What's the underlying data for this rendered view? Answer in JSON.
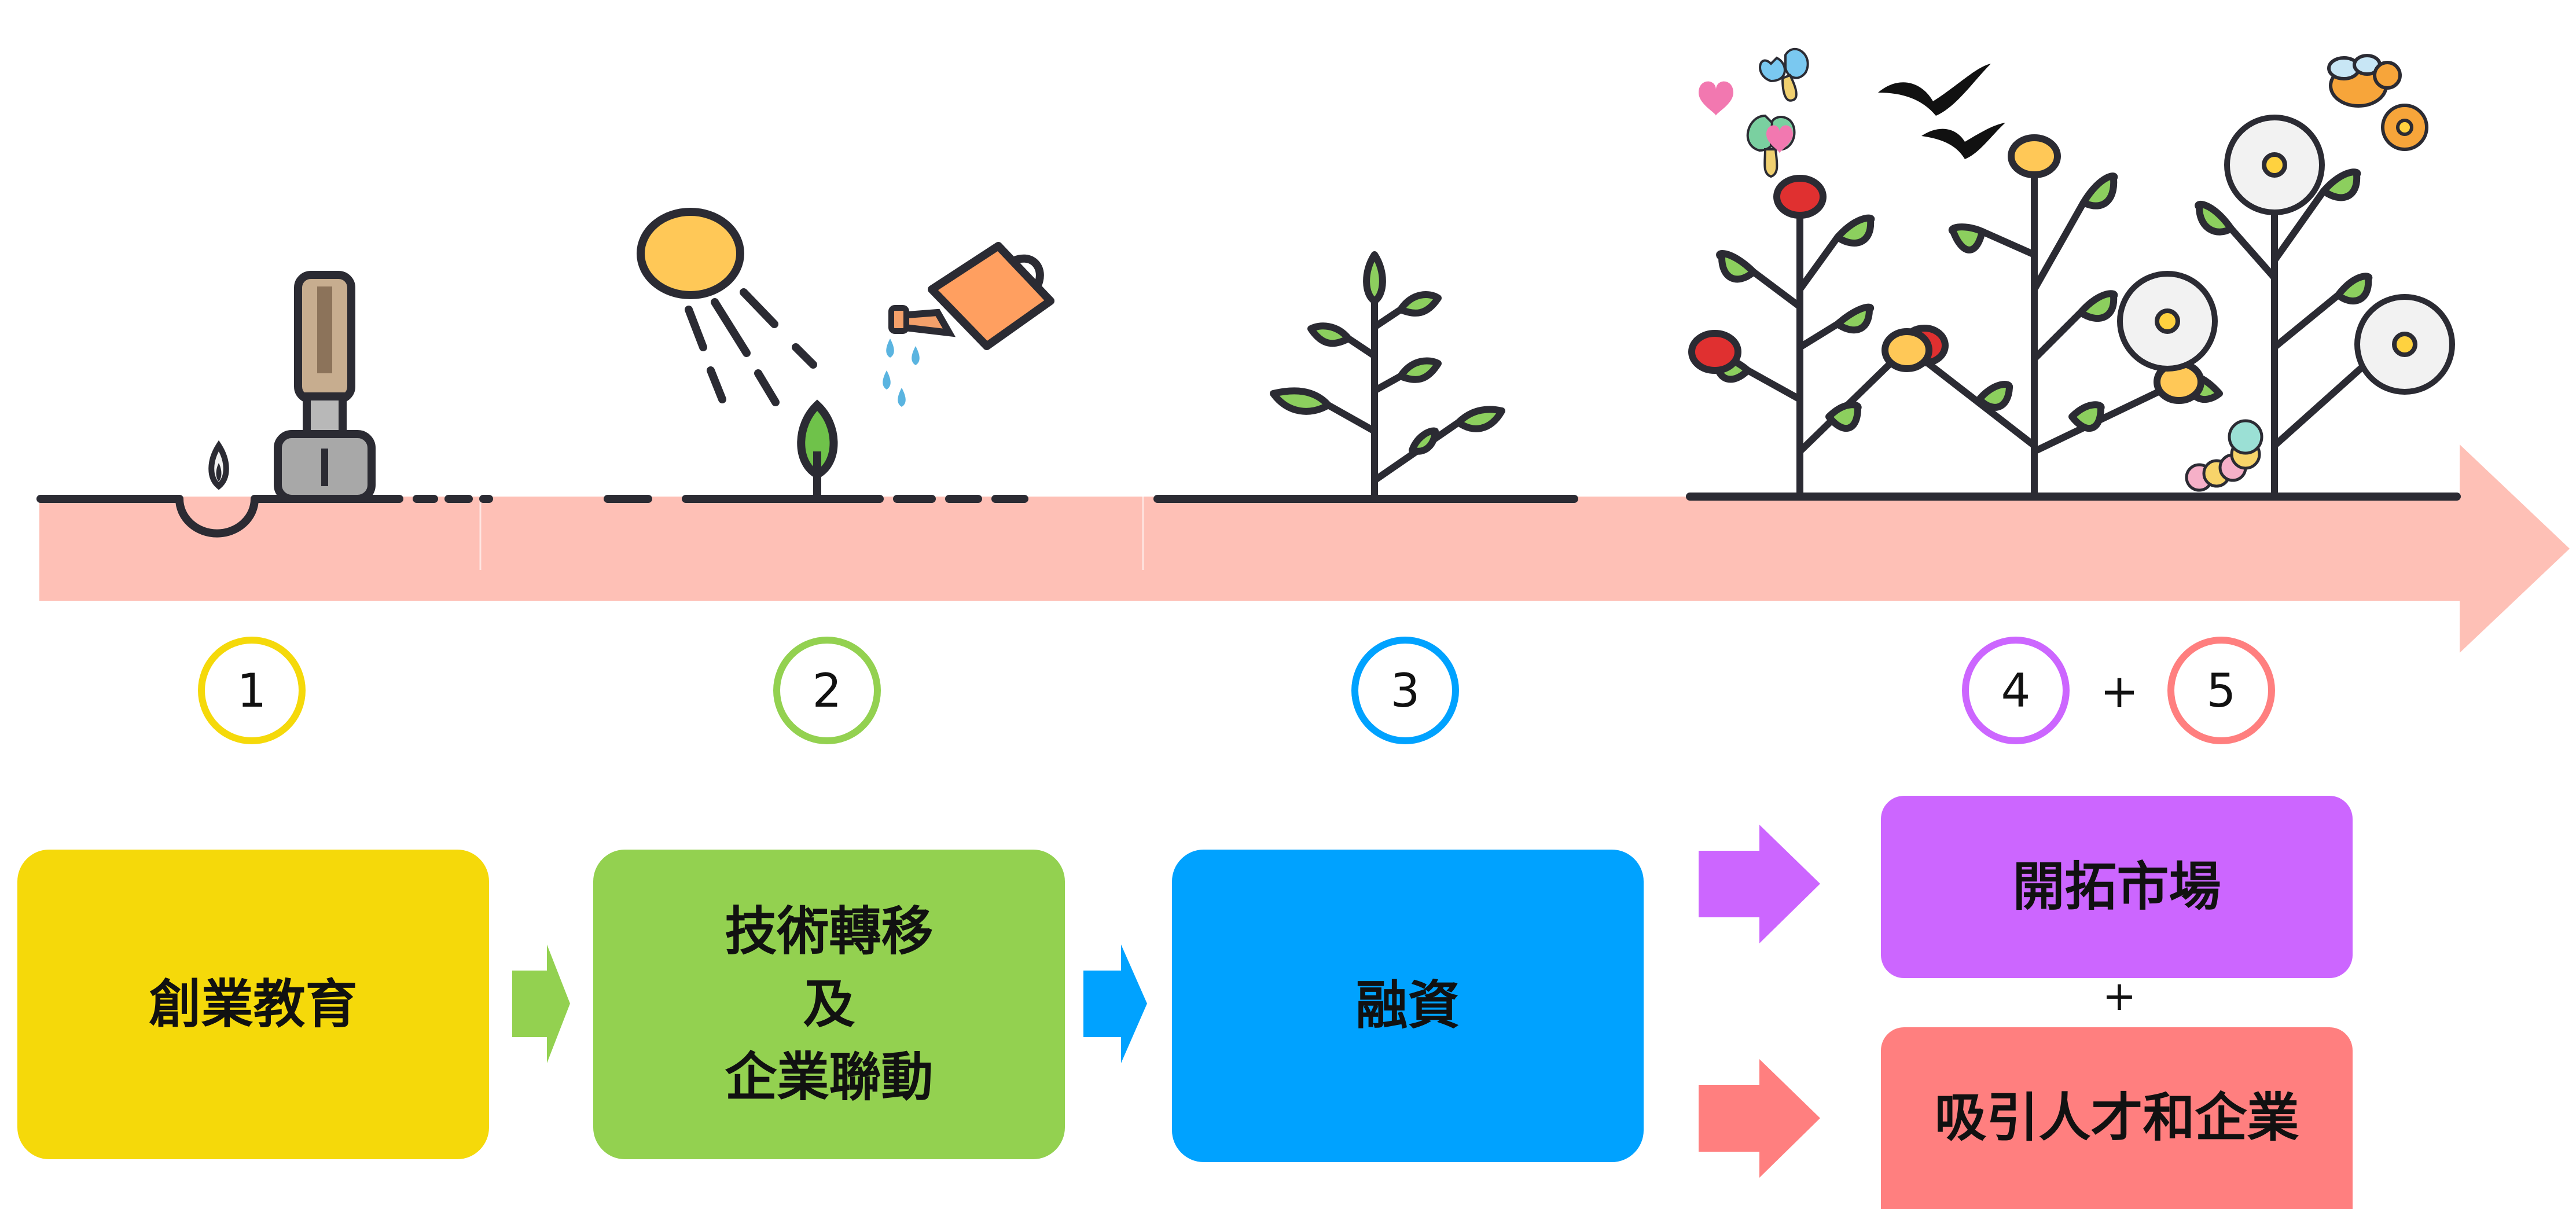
{
  "timeline": {
    "bar_color": "#fec0b6",
    "ground_color": "#2b2b33",
    "stages": [
      {
        "number": "1",
        "ring_color": "#f5d90a",
        "icon": "seed-and-trowel-icon"
      },
      {
        "number": "2",
        "ring_color": "#93d150",
        "icon": "sun-and-watering-can-icon"
      },
      {
        "number": "3",
        "ring_color": "#00a2ff",
        "icon": "young-plant-icon"
      },
      {
        "number": "4",
        "ring_color": "#cc66ff",
        "icon": "flowering-garden-icon"
      },
      {
        "number": "5",
        "ring_color": "#ff7f7f"
      }
    ],
    "plus": "+"
  },
  "boxes": {
    "education": {
      "label": "創業教育",
      "color": "#f5d90a"
    },
    "tech_transfer": {
      "lines": [
        "技術轉移",
        "及",
        "企業聯動"
      ],
      "color": "#93d150"
    },
    "financing": {
      "label": "融資",
      "color": "#00a2ff"
    },
    "market": {
      "label": "開拓市場",
      "color": "#cc66ff"
    },
    "talent": {
      "label": "吸引人才和企業",
      "color": "#ff7f7f"
    },
    "plus": "+"
  }
}
